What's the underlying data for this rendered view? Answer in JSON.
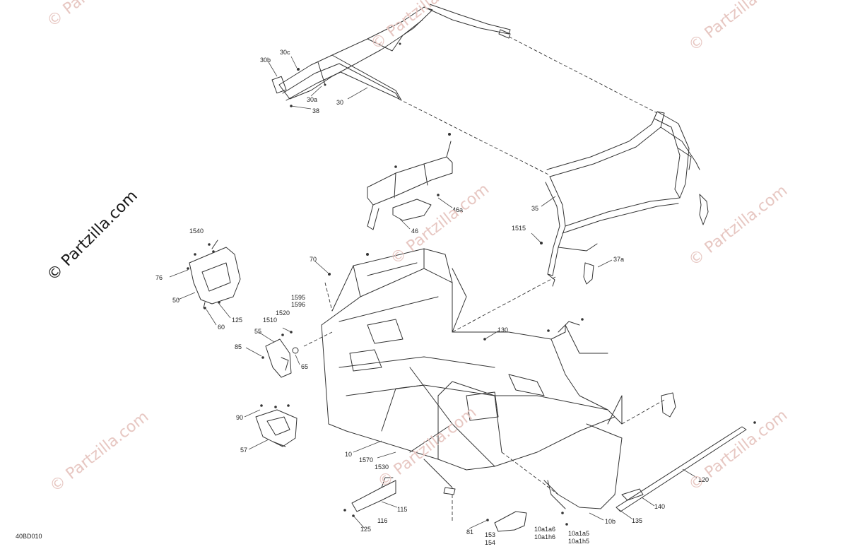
{
  "diagram_code": "40BD010",
  "watermark": "© Partzilla.com",
  "callouts": [
    {
      "id": "30c",
      "text": "30c"
    },
    {
      "id": "30b",
      "text": "30b"
    },
    {
      "id": "30a",
      "text": "30a"
    },
    {
      "id": "30",
      "text": "30"
    },
    {
      "id": "38",
      "text": "38"
    },
    {
      "id": "35",
      "text": "35"
    },
    {
      "id": "46a",
      "text": "46a"
    },
    {
      "id": "46",
      "text": "46"
    },
    {
      "id": "1515",
      "text": "1515"
    },
    {
      "id": "37a",
      "text": "37a"
    },
    {
      "id": "1540",
      "text": "1540"
    },
    {
      "id": "76",
      "text": "76"
    },
    {
      "id": "50",
      "text": "50"
    },
    {
      "id": "125a",
      "text": "125"
    },
    {
      "id": "60",
      "text": "60"
    },
    {
      "id": "70",
      "text": "70"
    },
    {
      "id": "1595",
      "text": "1595"
    },
    {
      "id": "1596",
      "text": "1596"
    },
    {
      "id": "1520",
      "text": "1520"
    },
    {
      "id": "1510",
      "text": "1510"
    },
    {
      "id": "55",
      "text": "55"
    },
    {
      "id": "85",
      "text": "85"
    },
    {
      "id": "65",
      "text": "65"
    },
    {
      "id": "130",
      "text": "130"
    },
    {
      "id": "90",
      "text": "90"
    },
    {
      "id": "57",
      "text": "57"
    },
    {
      "id": "10",
      "text": "10"
    },
    {
      "id": "1570",
      "text": "1570"
    },
    {
      "id": "1530",
      "text": "1530"
    },
    {
      "id": "115",
      "text": "115"
    },
    {
      "id": "116",
      "text": "116"
    },
    {
      "id": "125b",
      "text": "125"
    },
    {
      "id": "81",
      "text": "81"
    },
    {
      "id": "153",
      "text": "153"
    },
    {
      "id": "154",
      "text": "154"
    },
    {
      "id": "10a1a6",
      "text": "10a1a6"
    },
    {
      "id": "10a1h6",
      "text": "10a1h6"
    },
    {
      "id": "10a1a5",
      "text": "10a1a5"
    },
    {
      "id": "10a1h5",
      "text": "10a1h5"
    },
    {
      "id": "10b",
      "text": "10b"
    },
    {
      "id": "135",
      "text": "135"
    },
    {
      "id": "140",
      "text": "140"
    },
    {
      "id": "120",
      "text": "120"
    }
  ]
}
